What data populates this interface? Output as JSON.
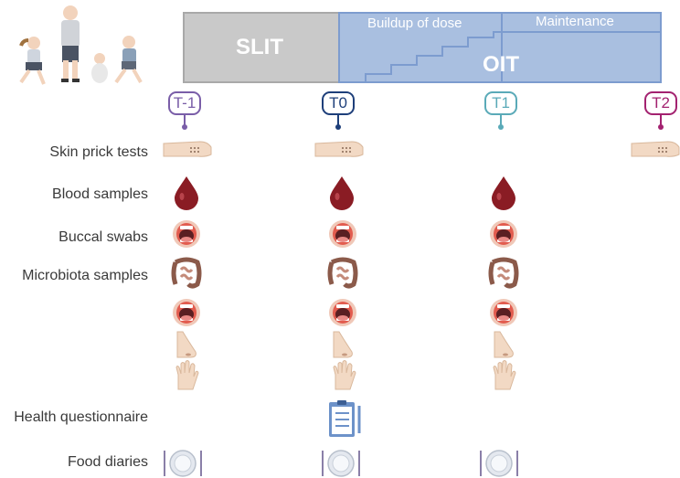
{
  "phases": {
    "slit": "SLIT",
    "oit": "OIT",
    "buildup": "Buildup of dose",
    "maintenance": "Maintenance"
  },
  "timepoints": [
    {
      "label": "T-1",
      "color": "#7a5ea8"
    },
    {
      "label": "T0",
      "color": "#1e3f7a"
    },
    {
      "label": "T1",
      "color": "#5aaab8"
    },
    {
      "label": "T2",
      "color": "#a32270"
    }
  ],
  "rows": {
    "skin_prick": "Skin prick tests",
    "blood": "Blood samples",
    "buccal": "Buccal swabs",
    "microbiota": "Microbiota samples",
    "health": "Health questionnaire",
    "food": "Food diaries"
  },
  "colors": {
    "slit_fill": "#c9c9c9",
    "oit_fill": "#a9bfe0",
    "oit_border": "#7d9ccf",
    "blood": "#8a1c24",
    "skin": "#f2d9c4"
  }
}
